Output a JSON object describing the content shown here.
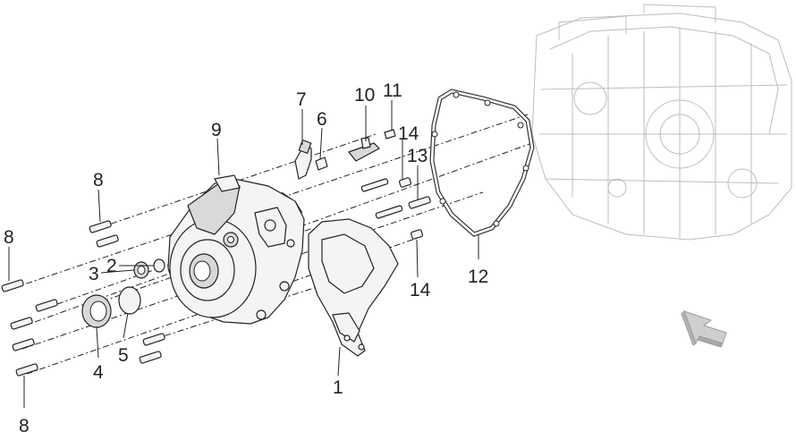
{
  "diagram": {
    "callouts": [
      {
        "id": "c1",
        "text": "1"
      },
      {
        "id": "c2",
        "text": "2"
      },
      {
        "id": "c3",
        "text": "3"
      },
      {
        "id": "c4",
        "text": "4"
      },
      {
        "id": "c5",
        "text": "5"
      },
      {
        "id": "c6",
        "text": "6"
      },
      {
        "id": "c7",
        "text": "7"
      },
      {
        "id": "c8a",
        "text": "8"
      },
      {
        "id": "c8b",
        "text": "8"
      },
      {
        "id": "c8c",
        "text": "8"
      },
      {
        "id": "c9",
        "text": "9"
      },
      {
        "id": "c10",
        "text": "10"
      },
      {
        "id": "c11",
        "text": "11"
      },
      {
        "id": "c12",
        "text": "12"
      },
      {
        "id": "c13",
        "text": "13"
      },
      {
        "id": "c14a",
        "text": "14"
      },
      {
        "id": "c14b",
        "text": "14"
      }
    ],
    "direction_indicator": "arrow-icon"
  }
}
